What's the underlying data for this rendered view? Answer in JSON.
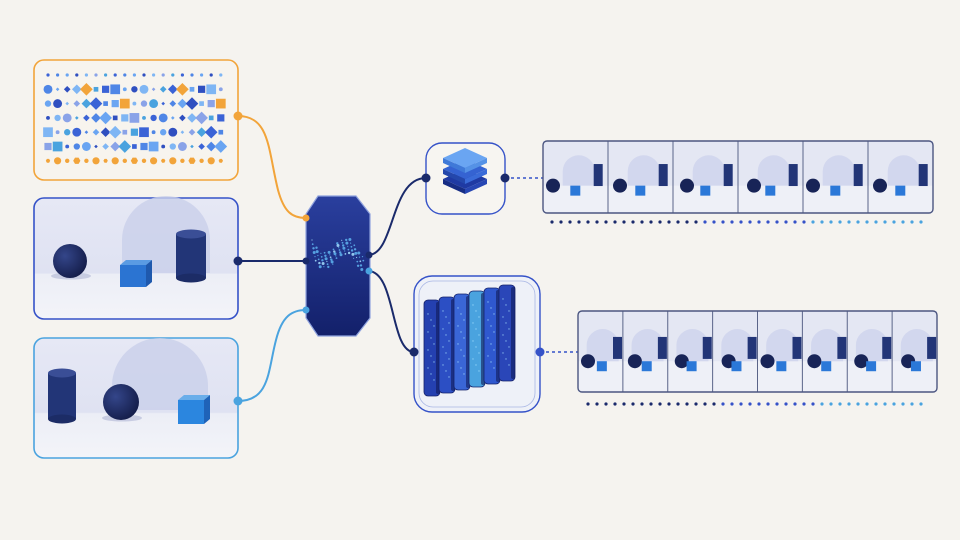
{
  "colors": {
    "background": "#f5f3ef",
    "navy": "#1a2a6b",
    "blue": "#3552c8",
    "light_blue": "#4aa3df",
    "orange": "#f2a43a",
    "panel_bg": "#e3e6f4",
    "frame_bg": "#e6e9f3"
  },
  "inputs": [
    {
      "kind": "token-grid",
      "accent": "#f2a43a"
    },
    {
      "kind": "scene",
      "objects": [
        "sphere-icon",
        "cube-icon",
        "cylinder-icon"
      ],
      "accent": "#1a2a6b"
    },
    {
      "kind": "scene",
      "objects": [
        "cylinder-icon",
        "sphere-icon",
        "cube-icon"
      ],
      "accent": "#4aa3df"
    }
  ],
  "encoder": {
    "icon": "neural-encoder-icon"
  },
  "branches": [
    {
      "module_icon": "stacked-layers-icon",
      "frame_count": 6
    },
    {
      "module_icon": "layer-slices-icon",
      "frame_count": 8
    }
  ]
}
